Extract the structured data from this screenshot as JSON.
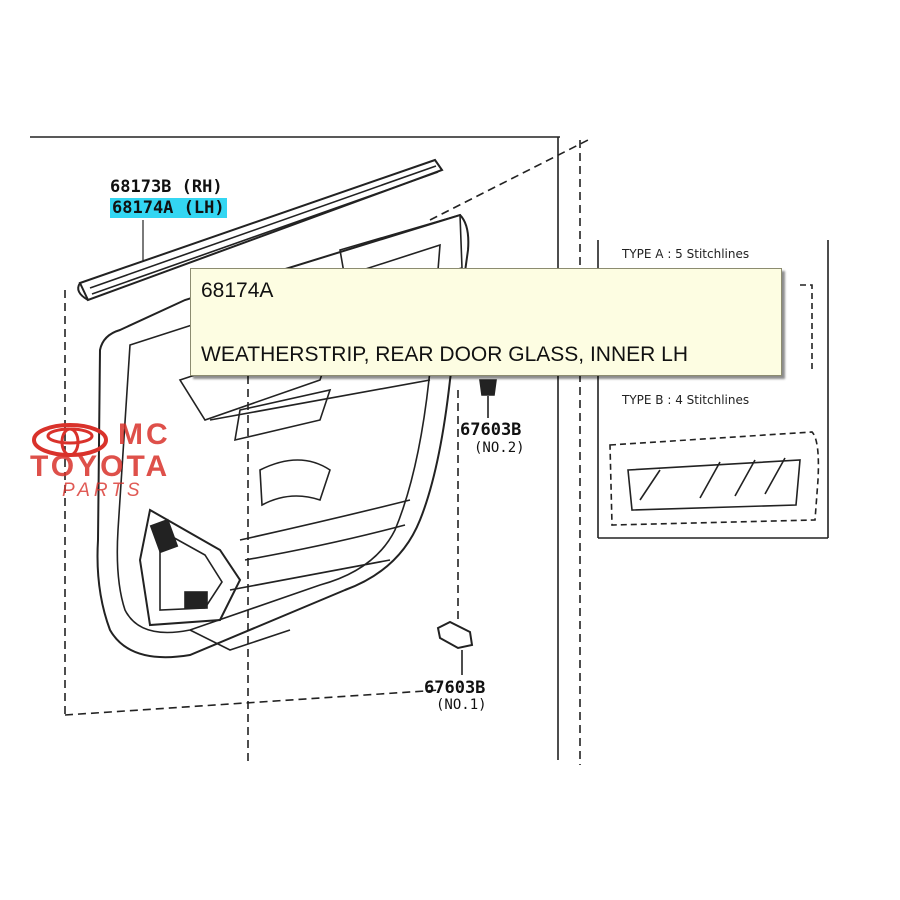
{
  "parts": {
    "p1": "68173B (RH)",
    "p2": "68174A (LH)",
    "p3": "67603B",
    "p3_sub": "(NO.2)",
    "p4": "67603B",
    "p4_sub": "(NO.1)"
  },
  "types": {
    "a": "TYPE A : 5 Stitchlines",
    "b": "TYPE B : 4 Stitchlines"
  },
  "tooltip": {
    "code": "68174A",
    "description": "WEATHERSTRIP, REAR DOOR GLASS, INNER LH"
  },
  "watermark": {
    "line1": "MC",
    "line2": "TOYOTA",
    "line3": "PARTS",
    "color": "#d9322b"
  },
  "highlight_color": "#33d6f2"
}
